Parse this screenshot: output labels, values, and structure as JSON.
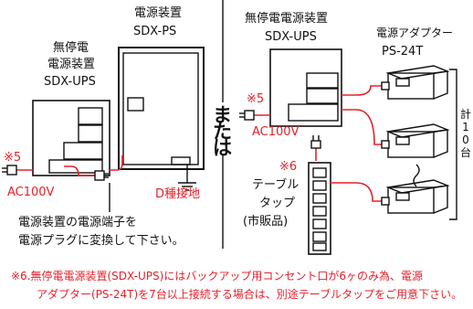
{
  "left": {
    "power_unit_label": "電源装置",
    "power_unit_model": "SDX-PS",
    "ups_label_line1": "無停電",
    "ups_label_line2": "電源装置",
    "ups_model": "SDX-UPS",
    "ref_mark": "※5",
    "ac_label": "AC100V",
    "ground_label": "D種接地",
    "caption_line1": "電源装置の電源端子を",
    "caption_line2": "電源プラグに変換して下さい。"
  },
  "divider": {
    "or_text": [
      "ま",
      "た",
      "は"
    ]
  },
  "right": {
    "ups_label": "無停電電源装置",
    "ups_model": "SDX-UPS",
    "ref_mark": "※5",
    "ac_label": "AC100V",
    "adapter_label": "電源アダプター",
    "adapter_model": "PS-24T",
    "strip_ref": "※6",
    "strip_line1": "テーブル",
    "strip_line2": "タップ",
    "strip_line3": "(市販品)",
    "total_chars": [
      "計",
      "1",
      "0",
      "台"
    ]
  },
  "footnote": {
    "line1": "※6.無停電電源装置(SDX-UPS)にはバックアップ用コンセント口が6ヶのみ為、電源",
    "line2": "アダプター(PS-24T)を7台以上接続する場合は、別途テーブルタップをご用意下さい。"
  },
  "colors": {
    "accent_red": "#e8202a",
    "line": "#111111"
  }
}
